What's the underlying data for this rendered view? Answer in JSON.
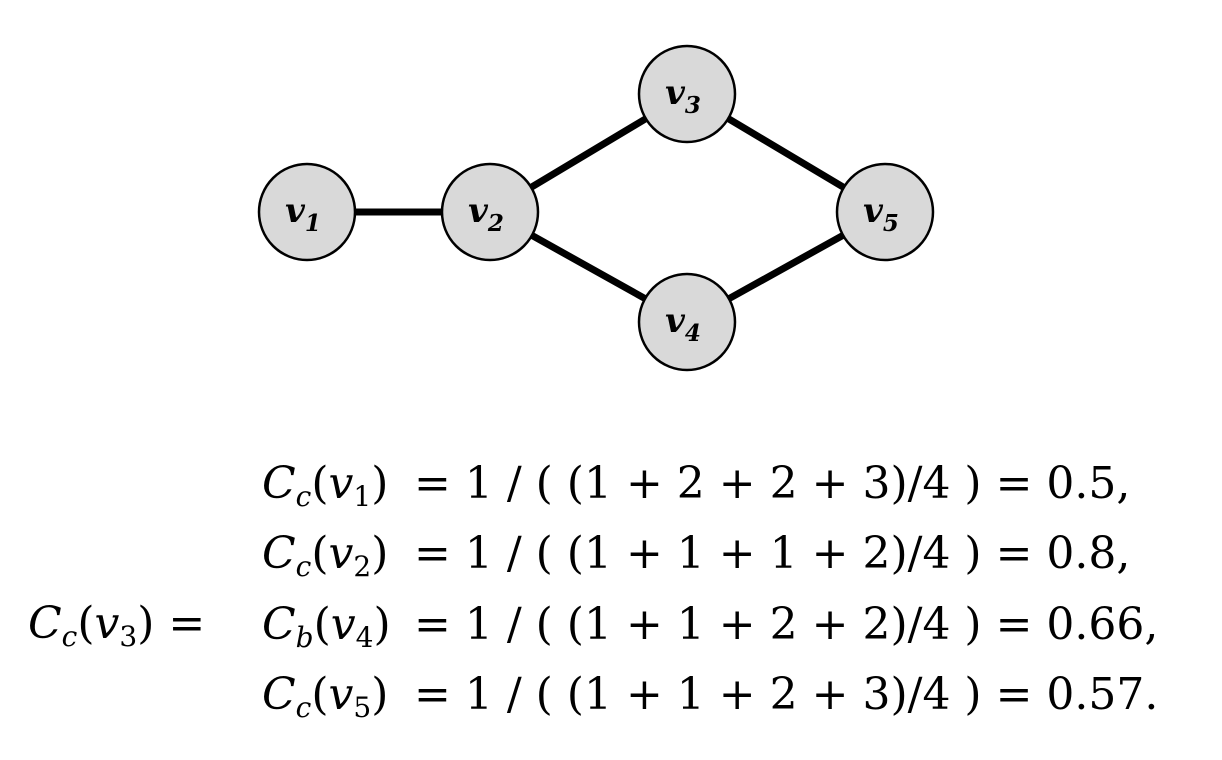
{
  "graph": {
    "nodes": [
      {
        "id": "v1",
        "base": "v",
        "sub": "1"
      },
      {
        "id": "v2",
        "base": "v",
        "sub": "2"
      },
      {
        "id": "v3",
        "base": "v",
        "sub": "3"
      },
      {
        "id": "v4",
        "base": "v",
        "sub": "4"
      },
      {
        "id": "v5",
        "base": "v",
        "sub": "5"
      }
    ],
    "edges": [
      {
        "from": "v1",
        "to": "v2"
      },
      {
        "from": "v2",
        "to": "v3"
      },
      {
        "from": "v2",
        "to": "v4"
      },
      {
        "from": "v3",
        "to": "v5"
      },
      {
        "from": "v4",
        "to": "v5"
      }
    ],
    "node_fill": "#d9d9d9",
    "edge_color": "#000000"
  },
  "formula": {
    "lhs": {
      "func": "C",
      "func_sub": "c",
      "arg": "v",
      "arg_sub": "3",
      "suffix": ") ="
    },
    "rows": [
      {
        "func": "C",
        "func_sub": "c",
        "arg_sub": "1",
        "expr": "= 1 / ( (1 + 2 + 2 + 3)/4 ) = 0.5,"
      },
      {
        "func": "C",
        "func_sub": "c",
        "arg_sub": "2",
        "expr": "= 1 / ( (1 + 1 + 1 + 2)/4 ) = 0.8,"
      },
      {
        "func": "C",
        "func_sub": "b",
        "arg_sub": "4",
        "expr": "= 1 / ( (1 + 1 + 2 + 2)/4 ) = 0.66,"
      },
      {
        "func": "C",
        "func_sub": "c",
        "arg_sub": "5",
        "expr": "= 1 / ( (1 + 1 + 2 + 3)/4 ) = 0.57."
      }
    ]
  }
}
